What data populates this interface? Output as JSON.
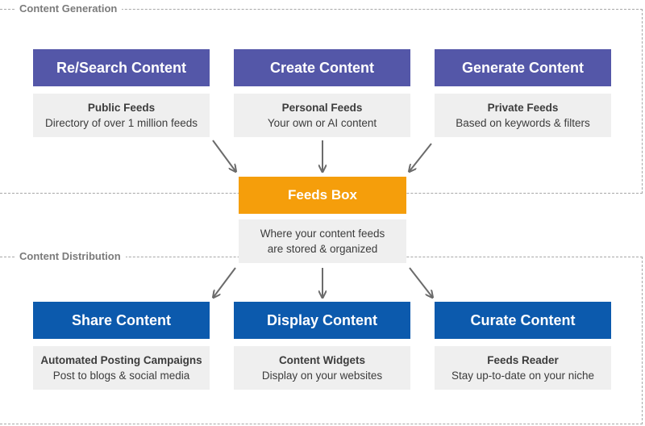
{
  "sections": {
    "generation_label": "Content Generation",
    "distribution_label": "Content Distribution"
  },
  "generation": [
    {
      "heading": "Re/Search Content",
      "title": "Public Feeds",
      "subtitle": "Directory of over 1 million feeds"
    },
    {
      "heading": "Create Content",
      "title": "Personal Feeds",
      "subtitle": "Your own or AI content"
    },
    {
      "heading": "Generate Content",
      "title": "Private Feeds",
      "subtitle": "Based on keywords & filters"
    }
  ],
  "hub": {
    "heading": "Feeds Box",
    "line1": "Where your content feeds",
    "line2": "are stored & organized"
  },
  "distribution": [
    {
      "heading": "Share Content",
      "title": "Automated Posting Campaigns",
      "subtitle": "Post to blogs & social media"
    },
    {
      "heading": "Display Content",
      "title": "Content Widgets",
      "subtitle": "Display on your websites"
    },
    {
      "heading": "Curate Content",
      "title": "Feeds Reader",
      "subtitle": "Stay up-to-date on your niche"
    }
  ],
  "colors": {
    "generation_head": "#5457a8",
    "hub_head": "#f59e0b",
    "distribution_head": "#0c5aad",
    "desc_bg": "#efefef",
    "arrow": "#6b6b6b"
  }
}
